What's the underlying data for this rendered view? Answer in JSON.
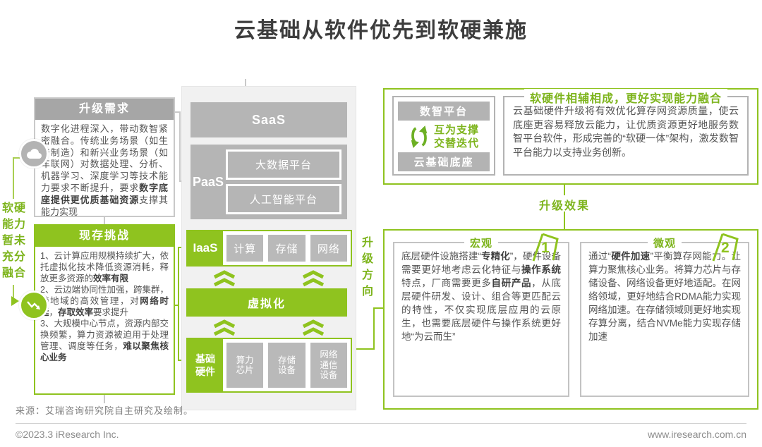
{
  "title": "云基础从软件优先到软硬兼施",
  "colors": {
    "green": "#8fc31f",
    "gray_bar": "#b3b3b3",
    "gray_header": "#a6a6a6",
    "light_panel": "#f1f1f1"
  },
  "left_rail": {
    "lines": [
      "软硬",
      "能力",
      "暂未",
      "充分",
      "融合"
    ]
  },
  "demand": {
    "title": "升级需求",
    "body": [
      {
        "t": "数字化进程深入，带动数智紧密融合。传统业务场景（如生产制造）和新兴业务场景（如车联网）对数据处理、分析、机器学习、深度学习等技术能力要求不断提升，要求",
        "b": false
      },
      {
        "t": "数字底座提供更优质基础资源",
        "b": true
      },
      {
        "t": "支撑其能力实现",
        "b": false
      }
    ]
  },
  "challenges": {
    "title": "现存挑战",
    "body": [
      {
        "t": "1、云计算应用规模持续扩大，依托虚拟化技术降低资源消耗，释放更多资源的",
        "b": false
      },
      {
        "t": "效率有限",
        "b": true
      },
      {
        "t": "\n2、云边端协同性加强，跨集群，跨地域的高效管理，对",
        "b": false
      },
      {
        "t": "网络时延",
        "b": true
      },
      {
        "t": "，",
        "b": false
      },
      {
        "t": "存取效率",
        "b": true
      },
      {
        "t": "要求提升\n3、大规模中心节点，资源内部交换频繁，算力资源被迫用于处理管理、调度等任务，",
        "b": false
      },
      {
        "t": "难以聚焦核心业务",
        "b": true
      }
    ]
  },
  "stack": {
    "saas": "SaaS",
    "paas": "PaaS",
    "paas_items": [
      "大数据平台",
      "人工智能平台"
    ],
    "iaas": "IaaS",
    "iaas_items": [
      "计算",
      "存储",
      "网络"
    ],
    "virtualization": "虚拟化",
    "hardware": "基础\n硬件",
    "hardware_items": [
      "算力\n芯片",
      "存储\n设备",
      "网络\n通信\n设备"
    ]
  },
  "direction": {
    "label": "升\n级\n方\n向"
  },
  "fusion": {
    "platform_top": "数智平台",
    "cycle_lines": [
      "互为支撑",
      "交替迭代"
    ],
    "platform_bottom": "云基础底座",
    "title": "软硬件相辅相成，更好实现能力融合",
    "body": "云基础硬件升级将有效优化算存网资源质量，使云底座更容易释放云能力，让优质资源更好地服务数智平台软件，形成完善的“软硬一体”架构，激发数智平台能力以支持业务创新。"
  },
  "effect": {
    "label": "升级效果",
    "items": [
      {
        "legend": "宏观",
        "number": "1",
        "body": [
          {
            "t": "底层硬件设施搭建“",
            "b": false
          },
          {
            "t": "专精化",
            "b": true
          },
          {
            "t": "”，硬件设备需要更好地考虑云化特征与",
            "b": false
          },
          {
            "t": "操作系统",
            "b": true
          },
          {
            "t": "特点，厂商需要更多",
            "b": false
          },
          {
            "t": "自研产品",
            "b": true
          },
          {
            "t": "，从底层硬件研发、设计、组合等更匹配云的特性，不仅实现底层应用的云原生，也需要底层硬件与操作系统更好地“为云而生”",
            "b": false
          }
        ]
      },
      {
        "legend": "微观",
        "number": "2",
        "body": [
          {
            "t": "通过“",
            "b": false
          },
          {
            "t": "硬件加速",
            "b": true
          },
          {
            "t": "”平衡算存网能力。让算力聚焦核心业务。将算力芯片与存储设备、网络设备更好地适配。在网络领域，更好地结合RDMA能力实现网络加速。在存储领域则更好地实现存算分离，结合NVMe能力实现存储加速",
            "b": false
          }
        ]
      }
    ]
  },
  "source": "来源：艾瑞咨询研究院自主研究及绘制。",
  "footer": {
    "left": "©2023.3 iResearch Inc.",
    "right": "www.iresearch.com.cn"
  }
}
